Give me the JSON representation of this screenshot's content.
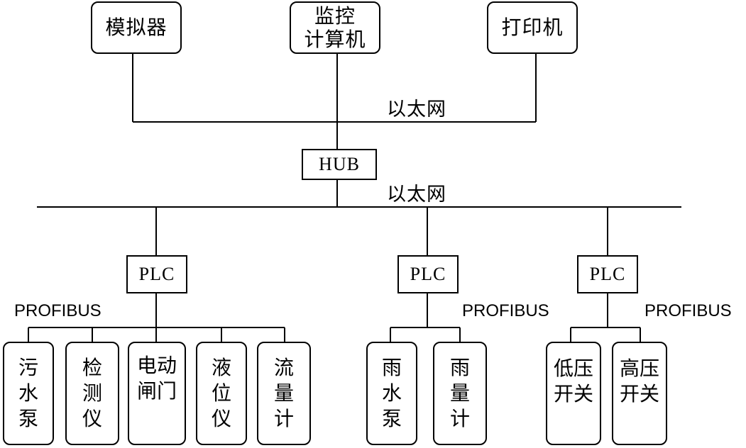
{
  "top_devices": [
    {
      "id": "simulator",
      "label": "模拟器"
    },
    {
      "id": "monitor",
      "label": "监控\n计算机"
    },
    {
      "id": "printer",
      "label": "打印机"
    }
  ],
  "networks": {
    "upper_ethernet": "以太网",
    "lower_ethernet": "以太网"
  },
  "hub": {
    "label": "HUB"
  },
  "plcs": [
    {
      "id": "plc-1",
      "label": "PLC",
      "bus": "PROFIBUS",
      "devices": [
        "污\n水\n泵",
        "检\n测\n仪",
        "电动\n闸门",
        "液\n位\n仪",
        "流\n量\n计"
      ]
    },
    {
      "id": "plc-2",
      "label": "PLC",
      "bus": "PROFIBUS",
      "devices": [
        "雨\n水\n泵",
        "雨\n量\n计"
      ]
    },
    {
      "id": "plc-3",
      "label": "PLC",
      "bus": "PROFIBUS",
      "devices": [
        "低压\n开关",
        "高压\n开关"
      ]
    }
  ]
}
